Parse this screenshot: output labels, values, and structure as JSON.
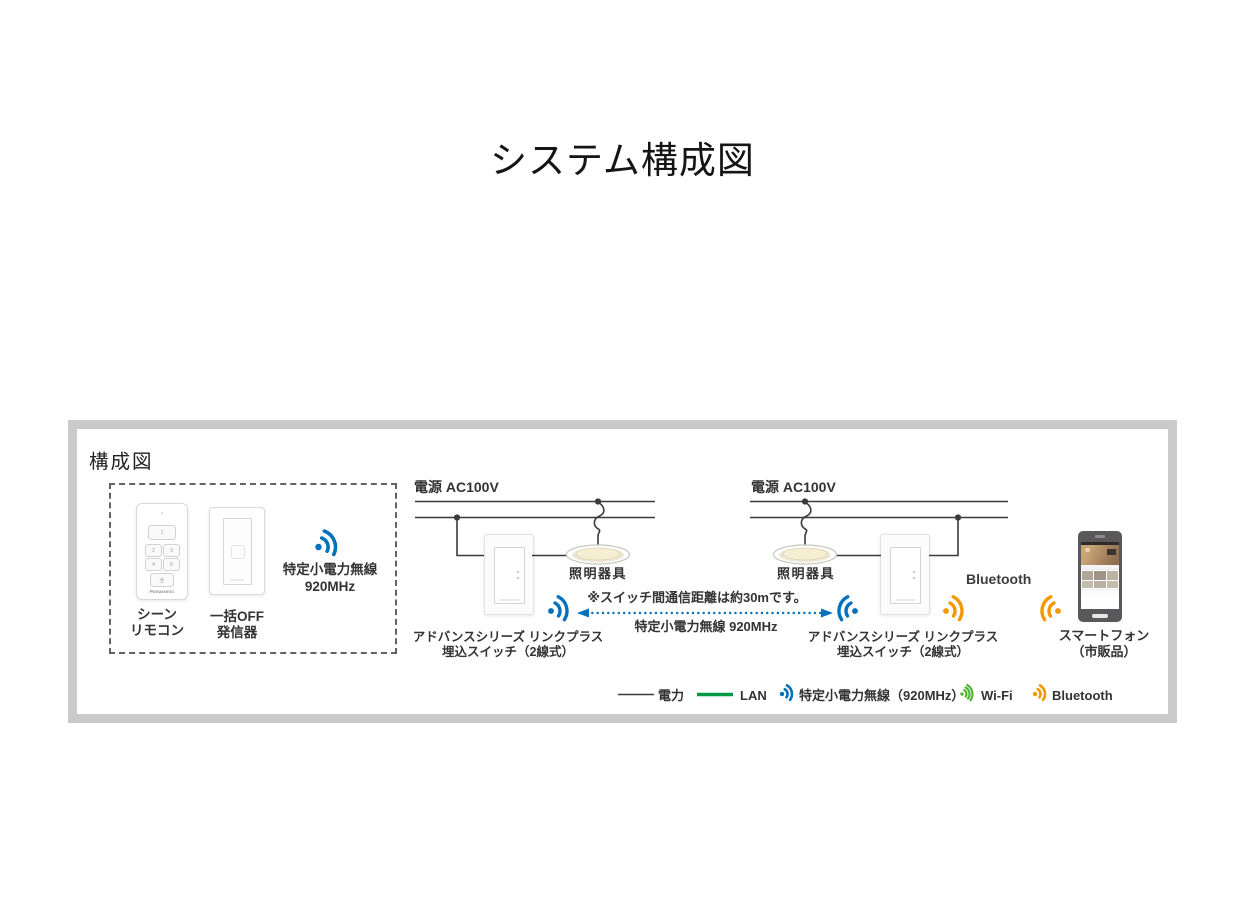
{
  "title": "システム構成図",
  "colors": {
    "blue": "#0071bc",
    "orange": "#f39800",
    "green_lan": "#009944",
    "green_wifi": "#53b332",
    "wire": "#3a3a3a",
    "panel_border": "#cacaca",
    "text": "#333333",
    "fixture_fill": "#f5eed3"
  },
  "diagram": {
    "heading": "構成図",
    "remote_group": {
      "scene_remote": {
        "label": "シーン\nリモコン",
        "brand": "Panasonic",
        "buttons": [
          "1",
          "2",
          "3",
          "4",
          "5",
          "全"
        ]
      },
      "all_off": {
        "label": "一括OFF\n発信器"
      },
      "radio": {
        "label": "特定小電力無線\n920MHz"
      }
    },
    "left_circuit": {
      "power": "電源 AC100V",
      "fixture": "照明器具",
      "switch": "アドバンスシリーズ リンクプラス\n埋込スイッチ（2線式）"
    },
    "right_circuit": {
      "power": "電源 AC100V",
      "fixture": "照明器具",
      "switch": "アドバンスシリーズ リンクプラス\n埋込スイッチ（2線式）",
      "bluetooth": "Bluetooth"
    },
    "link": {
      "note": "※スイッチ間通信距離は約30mです。",
      "radio": "特定小電力無線 920MHz"
    },
    "smartphone": {
      "label": "スマートフォン\n（市販品）"
    },
    "legend": {
      "power": "電力",
      "lan": "LAN",
      "radio": "特定小電力無線（920MHz）",
      "wifi": "Wi-Fi",
      "bluetooth": "Bluetooth"
    }
  }
}
